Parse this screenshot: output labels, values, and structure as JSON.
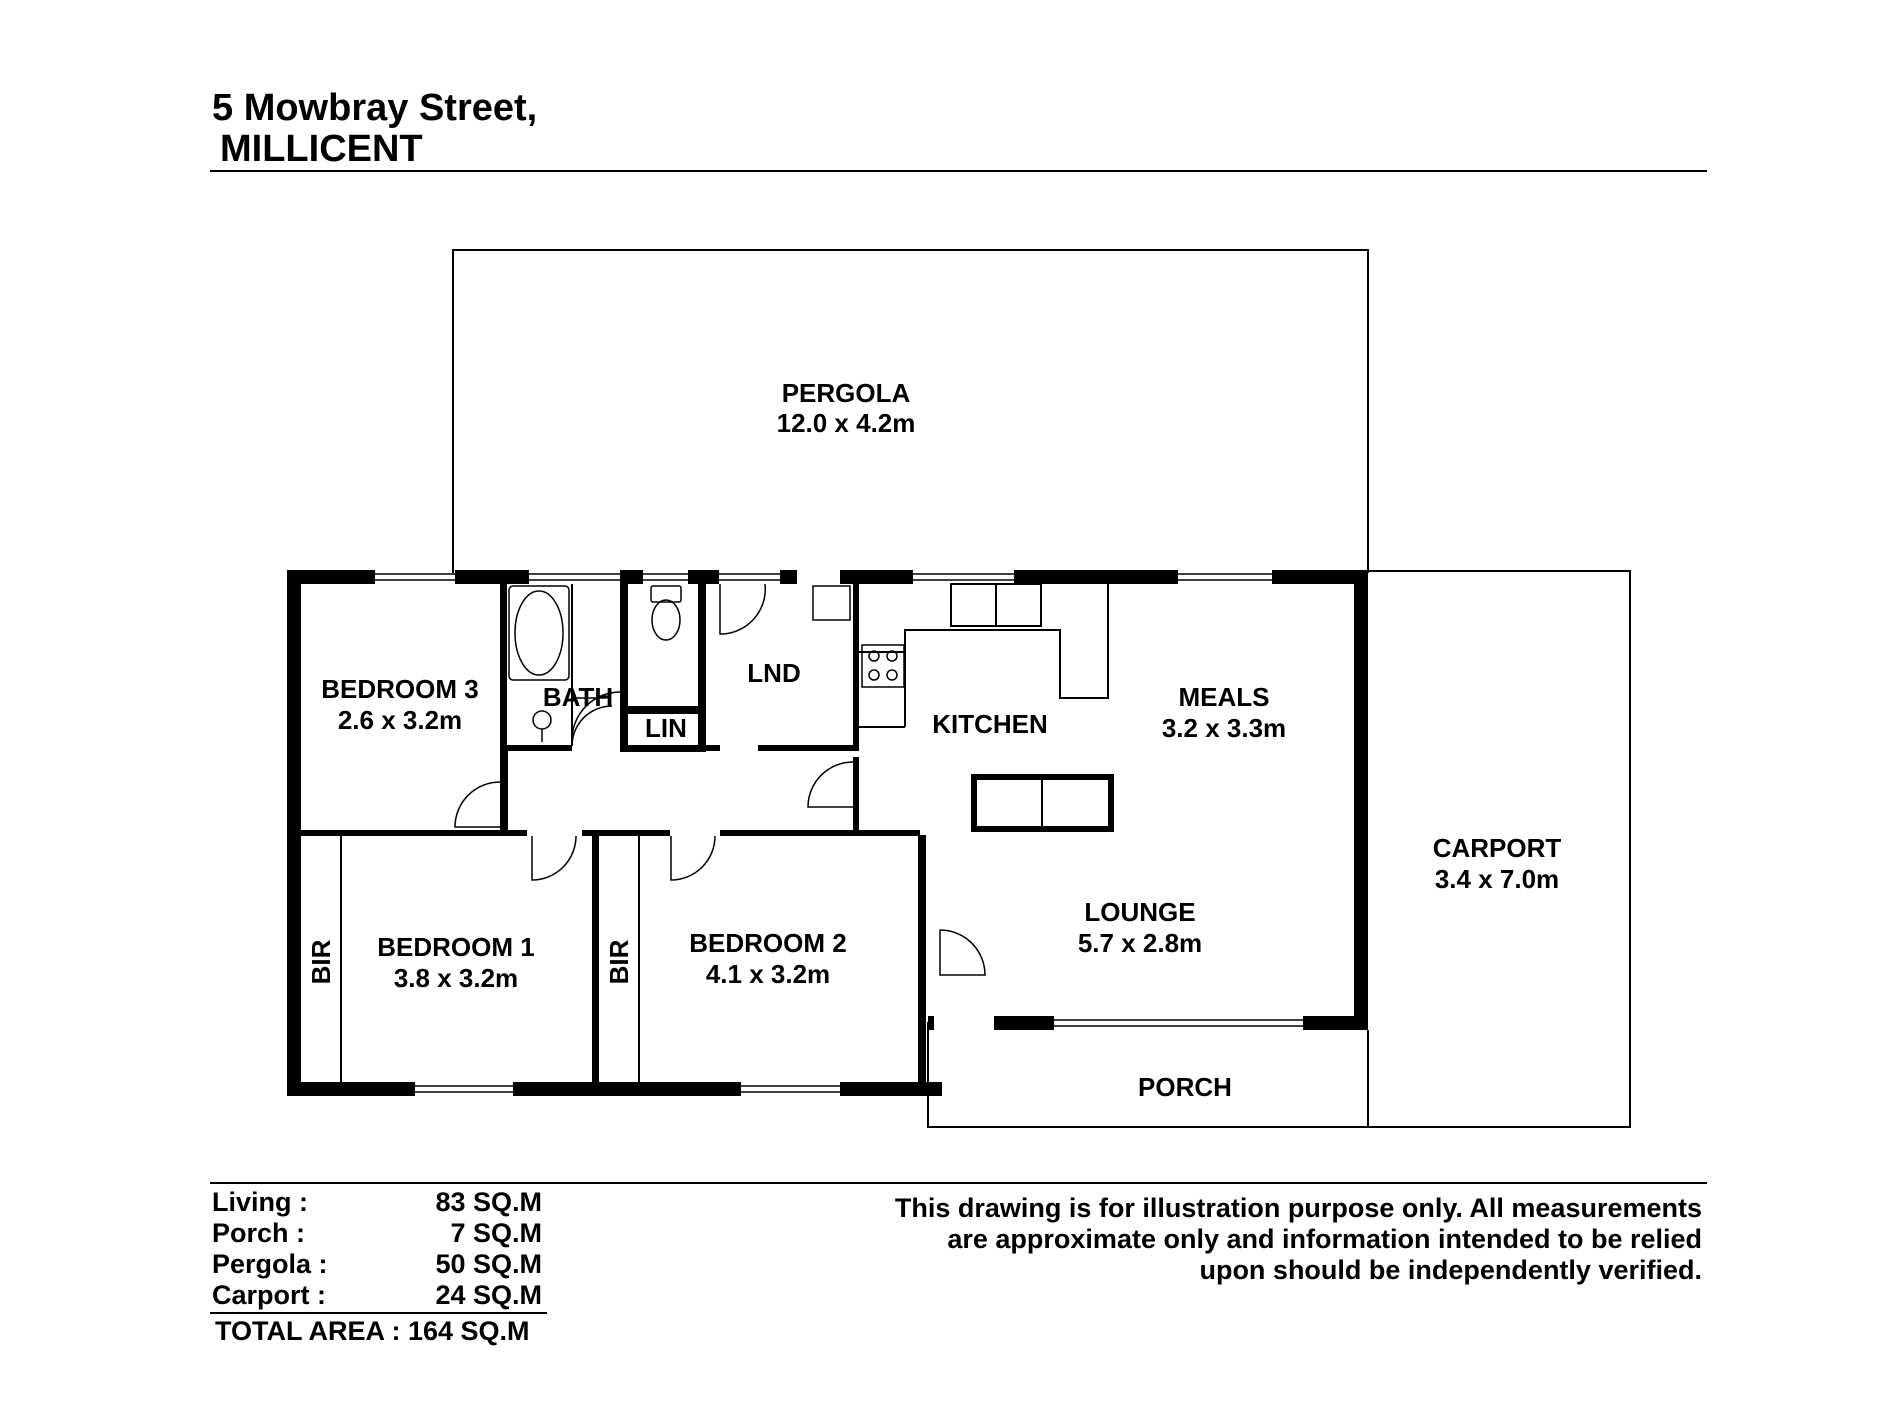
{
  "header": {
    "address_line1": "5 Mowbray Street,",
    "address_line2": "MILLICENT"
  },
  "rooms": {
    "pergola": {
      "name": "PERGOLA",
      "dims": "12.0 x 4.2m"
    },
    "bedroom3": {
      "name": "BEDROOM 3",
      "dims": "2.6 x 3.2m"
    },
    "bath": {
      "name": "BATH"
    },
    "lin": {
      "name": "LIN"
    },
    "lnd": {
      "name": "LND"
    },
    "kitchen": {
      "name": "KITCHEN"
    },
    "meals": {
      "name": "MEALS",
      "dims": "3.2 x 3.3m"
    },
    "carport": {
      "name": "CARPORT",
      "dims": "3.4 x 7.0m"
    },
    "lounge": {
      "name": "LOUNGE",
      "dims": "5.7 x 2.8m"
    },
    "bedroom1": {
      "name": "BEDROOM 1",
      "dims": "3.8 x 3.2m"
    },
    "bedroom2": {
      "name": "BEDROOM 2",
      "dims": "4.1 x 3.2m"
    },
    "bir1": {
      "name": "BIR"
    },
    "bir2": {
      "name": "BIR"
    },
    "porch": {
      "name": "PORCH"
    }
  },
  "areas": [
    {
      "label": "Living :",
      "value": "83 SQ.M"
    },
    {
      "label": "Porch :",
      "value": "7 SQ.M"
    },
    {
      "label": "Pergola :",
      "value": "50 SQ.M"
    },
    {
      "label": "Carport :",
      "value": "24 SQ.M"
    }
  ],
  "total_area": "TOTAL AREA : 164 SQ.M",
  "disclaimer": [
    "This drawing is for illustration purpose only. All measurements",
    "are approximate only and information intended to be relied",
    "upon should be independently verified."
  ]
}
